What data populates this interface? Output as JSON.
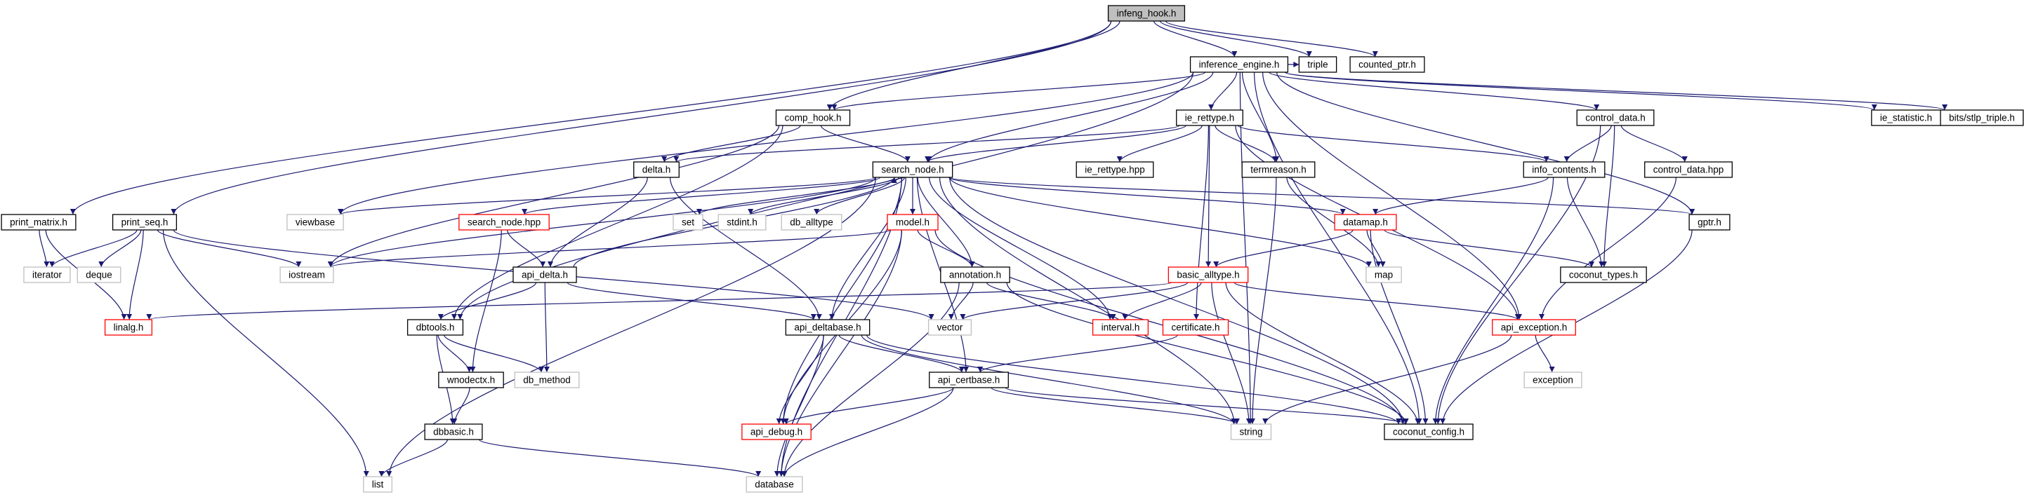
{
  "colors": {
    "edge": "#191970",
    "border_local": "#000000",
    "border_undocumented": "#ff0000",
    "border_system": "#bfbfbf",
    "fill_root": "#bfbfbf",
    "fill_normal": "#ffffff"
  },
  "nodes": [
    {
      "id": "infeng_hook",
      "label": "infeng_hook.h",
      "kind": "root"
    },
    {
      "id": "inference_engine",
      "label": "inference_engine.h",
      "kind": "local"
    },
    {
      "id": "triple",
      "label": "triple",
      "kind": "local"
    },
    {
      "id": "counted_ptr",
      "label": "counted_ptr.h",
      "kind": "local"
    },
    {
      "id": "comp_hook",
      "label": "comp_hook.h",
      "kind": "local"
    },
    {
      "id": "ie_rettype",
      "label": "ie_rettype.h",
      "kind": "local"
    },
    {
      "id": "control_data",
      "label": "control_data.h",
      "kind": "local"
    },
    {
      "id": "ie_statistic",
      "label": "ie_statistic.h",
      "kind": "local"
    },
    {
      "id": "stlp_triple",
      "label": "bits/stlp_triple.h",
      "kind": "local"
    },
    {
      "id": "delta",
      "label": "delta.h",
      "kind": "local"
    },
    {
      "id": "search_node",
      "label": "search_node.h",
      "kind": "local"
    },
    {
      "id": "ie_rettype_hpp",
      "label": "ie_rettype.hpp",
      "kind": "local"
    },
    {
      "id": "termreason",
      "label": "termreason.h",
      "kind": "local"
    },
    {
      "id": "info_contents",
      "label": "info_contents.h",
      "kind": "local"
    },
    {
      "id": "control_data_hpp",
      "label": "control_data.hpp",
      "kind": "local"
    },
    {
      "id": "print_matrix",
      "label": "print_matrix.h",
      "kind": "local"
    },
    {
      "id": "print_seq",
      "label": "print_seq.h",
      "kind": "local"
    },
    {
      "id": "viewbase",
      "label": "viewbase",
      "kind": "system"
    },
    {
      "id": "set",
      "label": "set",
      "kind": "system"
    },
    {
      "id": "stdint",
      "label": "stdint.h",
      "kind": "system"
    },
    {
      "id": "db_alltype",
      "label": "db_alltype",
      "kind": "system"
    },
    {
      "id": "search_node_hpp",
      "label": "search_node.hpp",
      "kind": "undocumented"
    },
    {
      "id": "model",
      "label": "model.h",
      "kind": "undocumented"
    },
    {
      "id": "datamap",
      "label": "datamap.h",
      "kind": "undocumented"
    },
    {
      "id": "gptr",
      "label": "gptr.h",
      "kind": "local"
    },
    {
      "id": "iterator",
      "label": "iterator",
      "kind": "system"
    },
    {
      "id": "deque",
      "label": "deque",
      "kind": "system"
    },
    {
      "id": "iostream",
      "label": "iostream",
      "kind": "system"
    },
    {
      "id": "api_delta",
      "label": "api_delta.h",
      "kind": "local"
    },
    {
      "id": "annotation",
      "label": "annotation.h",
      "kind": "local"
    },
    {
      "id": "basic_alltype",
      "label": "basic_alltype.h",
      "kind": "undocumented"
    },
    {
      "id": "map",
      "label": "map",
      "kind": "system"
    },
    {
      "id": "coconut_types",
      "label": "coconut_types.h",
      "kind": "local"
    },
    {
      "id": "linalg",
      "label": "linalg.h",
      "kind": "undocumented"
    },
    {
      "id": "dbtools",
      "label": "dbtools.h",
      "kind": "local"
    },
    {
      "id": "api_deltabase",
      "label": "api_deltabase.h",
      "kind": "local"
    },
    {
      "id": "vector",
      "label": "vector",
      "kind": "system"
    },
    {
      "id": "interval",
      "label": "interval.h",
      "kind": "undocumented"
    },
    {
      "id": "certificate",
      "label": "certificate.h",
      "kind": "undocumented"
    },
    {
      "id": "api_exception",
      "label": "api_exception.h",
      "kind": "undocumented"
    },
    {
      "id": "wnodectx",
      "label": "wnodectx.h",
      "kind": "local"
    },
    {
      "id": "db_method",
      "label": "db_method",
      "kind": "system"
    },
    {
      "id": "api_certbase",
      "label": "api_certbase.h",
      "kind": "local"
    },
    {
      "id": "exception",
      "label": "exception",
      "kind": "system"
    },
    {
      "id": "dbbasic",
      "label": "dbbasic.h",
      "kind": "local"
    },
    {
      "id": "api_debug",
      "label": "api_debug.h",
      "kind": "undocumented"
    },
    {
      "id": "string",
      "label": "string",
      "kind": "system"
    },
    {
      "id": "coconut_config",
      "label": "coconut_config.h",
      "kind": "local"
    },
    {
      "id": "list",
      "label": "list",
      "kind": "system"
    },
    {
      "id": "database",
      "label": "database",
      "kind": "system"
    }
  ],
  "edges": [
    [
      "infeng_hook",
      "inference_engine"
    ],
    [
      "infeng_hook",
      "triple"
    ],
    [
      "infeng_hook",
      "counted_ptr"
    ],
    [
      "infeng_hook",
      "comp_hook"
    ],
    [
      "infeng_hook",
      "print_seq"
    ],
    [
      "infeng_hook",
      "print_matrix"
    ],
    [
      "inference_engine",
      "triple"
    ],
    [
      "inference_engine",
      "comp_hook"
    ],
    [
      "inference_engine",
      "ie_rettype"
    ],
    [
      "inference_engine",
      "termreason"
    ],
    [
      "inference_engine",
      "control_data"
    ],
    [
      "inference_engine",
      "ie_statistic"
    ],
    [
      "inference_engine",
      "stlp_triple"
    ],
    [
      "inference_engine",
      "search_node"
    ],
    [
      "inference_engine",
      "viewbase"
    ],
    [
      "inference_engine",
      "dbtools"
    ],
    [
      "inference_engine",
      "string"
    ],
    [
      "inference_engine",
      "api_exception"
    ],
    [
      "inference_engine",
      "gptr"
    ],
    [
      "inference_engine",
      "coconut_config"
    ],
    [
      "comp_hook",
      "delta"
    ],
    [
      "comp_hook",
      "search_node"
    ],
    [
      "comp_hook",
      "iostream"
    ],
    [
      "comp_hook",
      "dbtools"
    ],
    [
      "ie_rettype",
      "delta"
    ],
    [
      "ie_rettype",
      "search_node"
    ],
    [
      "ie_rettype",
      "ie_rettype_hpp"
    ],
    [
      "ie_rettype",
      "termreason"
    ],
    [
      "ie_rettype",
      "info_contents"
    ],
    [
      "ie_rettype",
      "basic_alltype"
    ],
    [
      "ie_rettype",
      "certificate"
    ],
    [
      "ie_rettype",
      "api_exception"
    ],
    [
      "control_data",
      "info_contents"
    ],
    [
      "control_data",
      "control_data_hpp"
    ],
    [
      "control_data",
      "coconut_types"
    ],
    [
      "control_data",
      "coconut_config"
    ],
    [
      "delta",
      "api_delta"
    ],
    [
      "delta",
      "api_deltabase"
    ],
    [
      "search_node",
      "viewbase"
    ],
    [
      "search_node",
      "iostream"
    ],
    [
      "search_node",
      "set"
    ],
    [
      "search_node",
      "stdint"
    ],
    [
      "search_node",
      "db_alltype"
    ],
    [
      "search_node",
      "search_node_hpp"
    ],
    [
      "search_node",
      "model"
    ],
    [
      "search_node",
      "annotation"
    ],
    [
      "search_node",
      "datamap"
    ],
    [
      "search_node",
      "gptr"
    ],
    [
      "search_node",
      "map"
    ],
    [
      "search_node",
      "interval"
    ],
    [
      "search_node",
      "api_deltabase"
    ],
    [
      "search_node",
      "api_certbase"
    ],
    [
      "search_node",
      "api_debug"
    ],
    [
      "search_node",
      "string"
    ],
    [
      "search_node",
      "coconut_config"
    ],
    [
      "search_node",
      "list"
    ],
    [
      "search_node",
      "database"
    ],
    [
      "termreason",
      "map"
    ],
    [
      "termreason",
      "string"
    ],
    [
      "info_contents",
      "datamap"
    ],
    [
      "info_contents",
      "coconut_types"
    ],
    [
      "info_contents",
      "coconut_config"
    ],
    [
      "control_data_hpp",
      "api_exception"
    ],
    [
      "print_matrix",
      "iterator"
    ],
    [
      "print_matrix",
      "linalg"
    ],
    [
      "print_seq",
      "iterator"
    ],
    [
      "print_seq",
      "deque"
    ],
    [
      "print_seq",
      "iostream"
    ],
    [
      "print_seq",
      "linalg"
    ],
    [
      "print_seq",
      "vector"
    ],
    [
      "print_seq",
      "list"
    ],
    [
      "search_node_hpp",
      "api_delta"
    ],
    [
      "search_node_hpp",
      "wnodectx"
    ],
    [
      "model",
      "iostream"
    ],
    [
      "model",
      "annotation"
    ],
    [
      "model",
      "api_debug"
    ],
    [
      "model",
      "database"
    ],
    [
      "model",
      "coconut_config"
    ],
    [
      "datamap",
      "map"
    ],
    [
      "datamap",
      "basic_alltype"
    ],
    [
      "datamap",
      "coconut_types"
    ],
    [
      "datamap",
      "coconut_config"
    ],
    [
      "gptr",
      "coconut_config"
    ],
    [
      "api_delta",
      "search_node"
    ],
    [
      "api_delta",
      "dbtools"
    ],
    [
      "api_delta",
      "db_method"
    ],
    [
      "api_delta",
      "api_deltabase"
    ],
    [
      "annotation",
      "vector"
    ],
    [
      "annotation",
      "interval"
    ],
    [
      "annotation",
      "database"
    ],
    [
      "annotation",
      "coconut_config"
    ],
    [
      "basic_alltype",
      "linalg"
    ],
    [
      "basic_alltype",
      "vector"
    ],
    [
      "basic_alltype",
      "interval"
    ],
    [
      "basic_alltype",
      "api_exception"
    ],
    [
      "basic_alltype",
      "string"
    ],
    [
      "basic_alltype",
      "coconut_config"
    ],
    [
      "dbtools",
      "wnodectx"
    ],
    [
      "dbtools",
      "db_method"
    ],
    [
      "dbtools",
      "dbbasic"
    ],
    [
      "api_deltabase",
      "api_certbase"
    ],
    [
      "api_deltabase",
      "api_debug"
    ],
    [
      "api_deltabase",
      "database"
    ],
    [
      "api_deltabase",
      "string"
    ],
    [
      "api_deltabase",
      "coconut_config"
    ],
    [
      "certificate",
      "api_certbase"
    ],
    [
      "api_exception",
      "exception"
    ],
    [
      "api_exception",
      "string"
    ],
    [
      "wnodectx",
      "dbbasic"
    ],
    [
      "api_certbase",
      "api_debug"
    ],
    [
      "api_certbase",
      "string"
    ],
    [
      "api_certbase",
      "database"
    ],
    [
      "api_certbase",
      "coconut_config"
    ],
    [
      "dbbasic",
      "list"
    ],
    [
      "dbbasic",
      "database"
    ]
  ]
}
